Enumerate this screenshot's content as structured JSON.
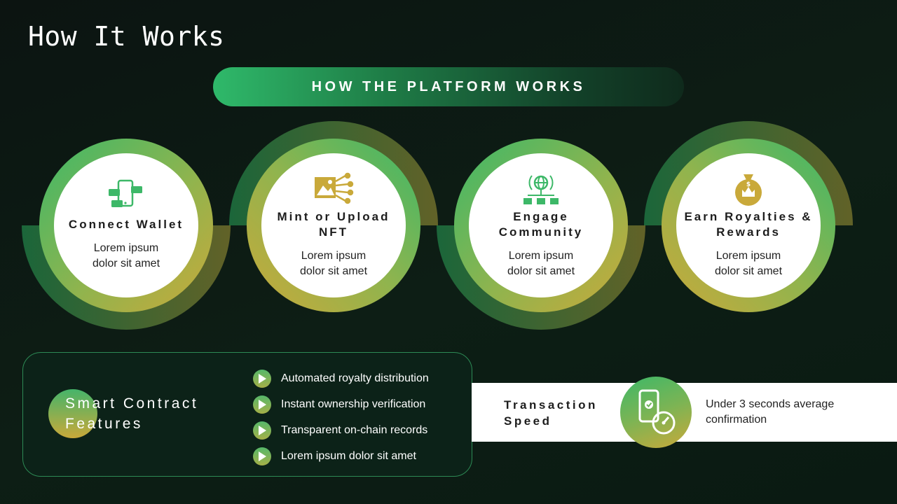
{
  "page": {
    "title": "How It Works"
  },
  "banner": {
    "label": "HOW THE PLATFORM WORKS"
  },
  "steps": [
    {
      "title": "Connect Wallet",
      "desc": "Lorem ipsum dolor sit amet",
      "icon": "wallet-phone-icon"
    },
    {
      "title": "Mint or Upload NFT",
      "desc": "Lorem ipsum dolor sit amet",
      "icon": "nft-image-icon"
    },
    {
      "title": "Engage Community",
      "desc": "Lorem ipsum dolor sit amet",
      "icon": "network-globe-icon"
    },
    {
      "title": "Earn Royalties & Rewards",
      "desc": "Lorem ipsum dolor sit amet",
      "icon": "money-bag-icon"
    }
  ],
  "features": {
    "title": "Smart Contract Features",
    "items": [
      "Automated royalty distribution",
      "Instant ownership verification",
      "Transparent on-chain records",
      "Lorem ipsum dolor sit amet"
    ]
  },
  "speed": {
    "label": "Transaction Speed",
    "desc": "Under 3 seconds average confirmation"
  },
  "colors": {
    "green": "#3db868",
    "gold": "#c9a93a",
    "olive": "#6b6a2a",
    "dark": "#0d1e15"
  }
}
